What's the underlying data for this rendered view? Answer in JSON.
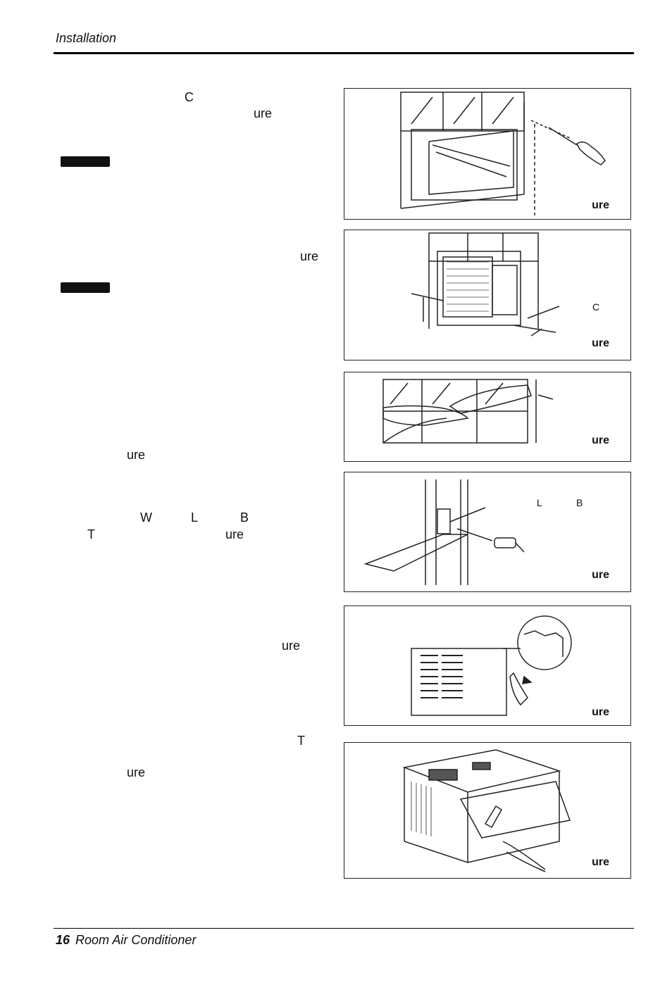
{
  "header": {
    "section": "Installation"
  },
  "footer": {
    "page_number": "16",
    "title": "Room Air Conditioner"
  },
  "text_fragments": {
    "s1_a": "C",
    "s1_b": "ure",
    "s2_a": "ure",
    "s3_a": "ure",
    "s4_a": "W",
    "s4_b": "L",
    "s4_c": "B",
    "s4_d": "T",
    "s4_e": "ure",
    "s5_a": "ure",
    "s6_a": "T",
    "s6_b": "ure"
  },
  "figures": [
    {
      "label": "ure",
      "callouts": []
    },
    {
      "label": "ure",
      "callouts": [
        "C"
      ]
    },
    {
      "label": "ure",
      "callouts": []
    },
    {
      "label": "ure",
      "callouts": [
        "L",
        "B"
      ]
    },
    {
      "label": "ure",
      "callouts": []
    },
    {
      "label": "ure",
      "callouts": []
    }
  ]
}
